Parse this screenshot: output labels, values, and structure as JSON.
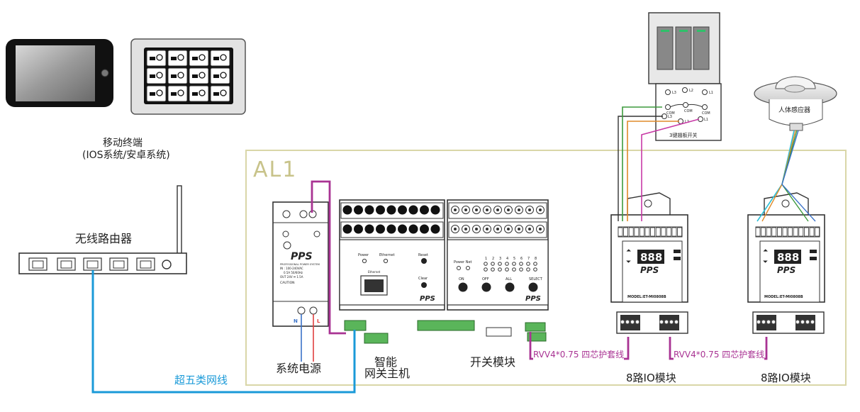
{
  "labels": {
    "mobile_terminal": "移动终端",
    "mobile_os": "(IOS系统/安卓系统)",
    "router": "无线路由器",
    "panel_name": "AL1",
    "power_supply": "系统电源",
    "gateway_line1": "智能",
    "gateway_line2": "网关主机",
    "switch_module": "开关模块",
    "io_module_1": "8路IO模块",
    "io_module_2": "8路IO模块",
    "cat5_cable": "超五类网线",
    "rvv_cable_1": "RVV4*0.75 四芯护套线",
    "rvv_cable_2": "RVV4*0.75 四芯护套线",
    "human_sensor": "人体感应器",
    "wall_switch": "3键翘板开关"
  },
  "device_text": {
    "brand": "PPS",
    "psu_spec_1": "PROFESSIONAL POWER SYSTEM",
    "psu_spec_2": "IN : 100-240VAC",
    "psu_spec_3": "0.5A  50/60Hz",
    "psu_spec_4": "OUT  24V  ⎓ 1.5A",
    "psu_caution": "CAUTION",
    "psu_n": "N",
    "psu_l": "L",
    "gw_power": "Power",
    "gw_ethernet": "Ethernet",
    "gw_reset": "Reset",
    "gw_port": "Ethernet",
    "gw_clear": "Clear",
    "sw_power_net": "Power  Net",
    "sw_channels": [
      "1",
      "2",
      "3",
      "4",
      "5",
      "6",
      "7",
      "8"
    ],
    "sw_buttons": [
      "ON",
      "OFF",
      "ALL",
      "SELECT"
    ],
    "io_display": "888",
    "io_model": "MODEL:ET-MI0808B",
    "ws_terms_top": [
      "L3",
      "L2",
      "L1"
    ],
    "ws_com": "COM",
    "ws_terms_bottom": [
      "L3",
      "L2",
      "L1"
    ]
  },
  "colors": {
    "panel_border": "#d9d6a8",
    "panel_label": "#c8c38a",
    "cat5": "#1a9ad8",
    "rvv": "#a93393",
    "rvv_text": "#a93393",
    "cat5_text": "#1a9ad8",
    "wire_green": "#3d9a3d",
    "wire_orange": "#e08a2a",
    "wire_pink": "#c83aa6",
    "wire_dark": "#333333",
    "wire_cyan": "#2ec0d8",
    "wire_red": "#e04040",
    "wire_blue": "#3a72c8"
  }
}
